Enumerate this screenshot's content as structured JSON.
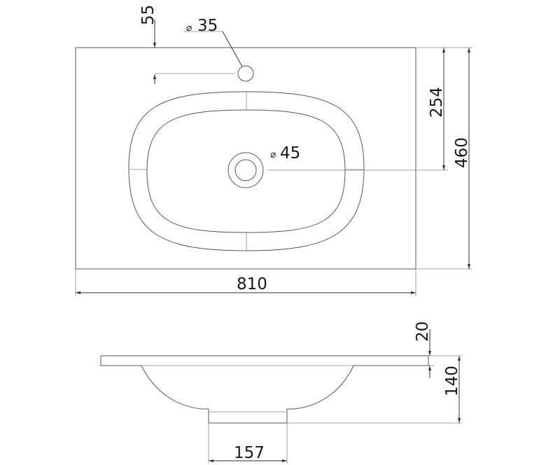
{
  "top_view": {
    "width_label": "810",
    "total_depth_label": "460",
    "drain_offset_label": "254",
    "tap_offset_label": "55",
    "tap_hole": {
      "symbol": "⌀",
      "value": "35"
    },
    "drain_hole": {
      "symbol": "⌀",
      "value": "45"
    }
  },
  "side_view": {
    "slab_thickness_label": "20",
    "bowl_depth_label": "140",
    "drain_width_label": "157"
  },
  "colors": {
    "line": "#555555",
    "text": "#1a1a1a",
    "background": "#ffffff"
  }
}
